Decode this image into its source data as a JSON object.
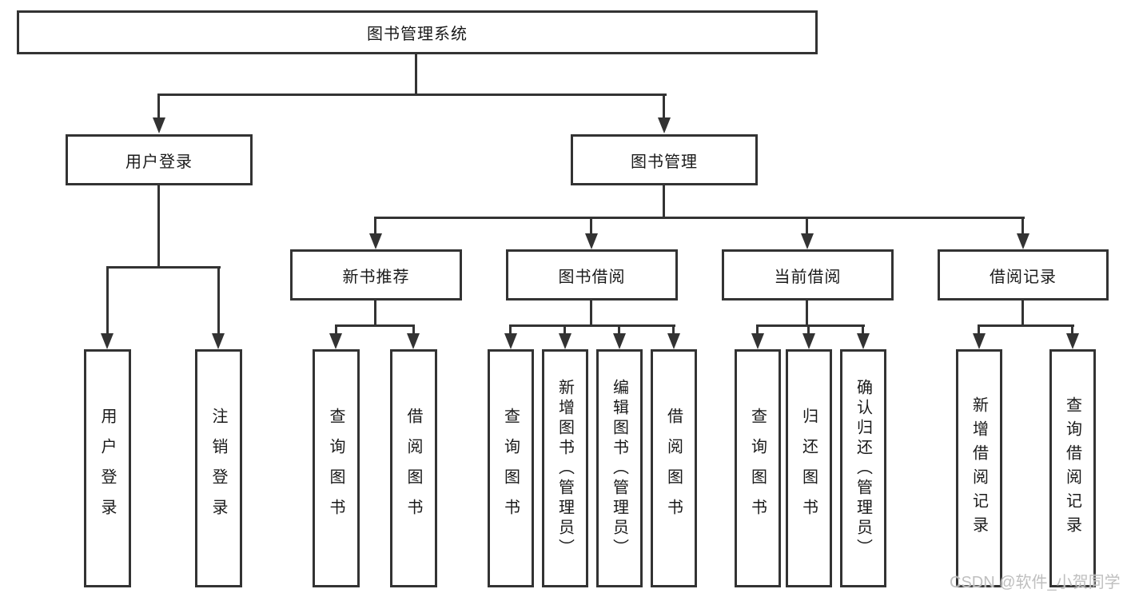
{
  "diagram": {
    "root": "图书管理系统",
    "level2": [
      "用户登录",
      "图书管理"
    ],
    "level3": [
      "新书推荐",
      "图书借阅",
      "当前借阅",
      "借阅记录"
    ],
    "leaves_user_login": [
      "用户登录",
      "注销登录"
    ],
    "leaves_new_book": [
      "查询图书",
      "借阅图书"
    ],
    "leaves_book_borrow": [
      "查询图书",
      "新增图书（管理员）",
      "编辑图书（管理员）",
      "借阅图书"
    ],
    "leaves_current_borrow": [
      "查询图书",
      "归还图书",
      "确认归还（管理员）"
    ],
    "leaves_borrow_record": [
      "新增借阅记录",
      "查询借阅记录"
    ]
  },
  "watermark": "CSDN @软件_小贺同学",
  "colors": {
    "line": "#333333",
    "text": "#1a1a1a",
    "watermark": "#bfbfbf",
    "background": "#ffffff"
  }
}
